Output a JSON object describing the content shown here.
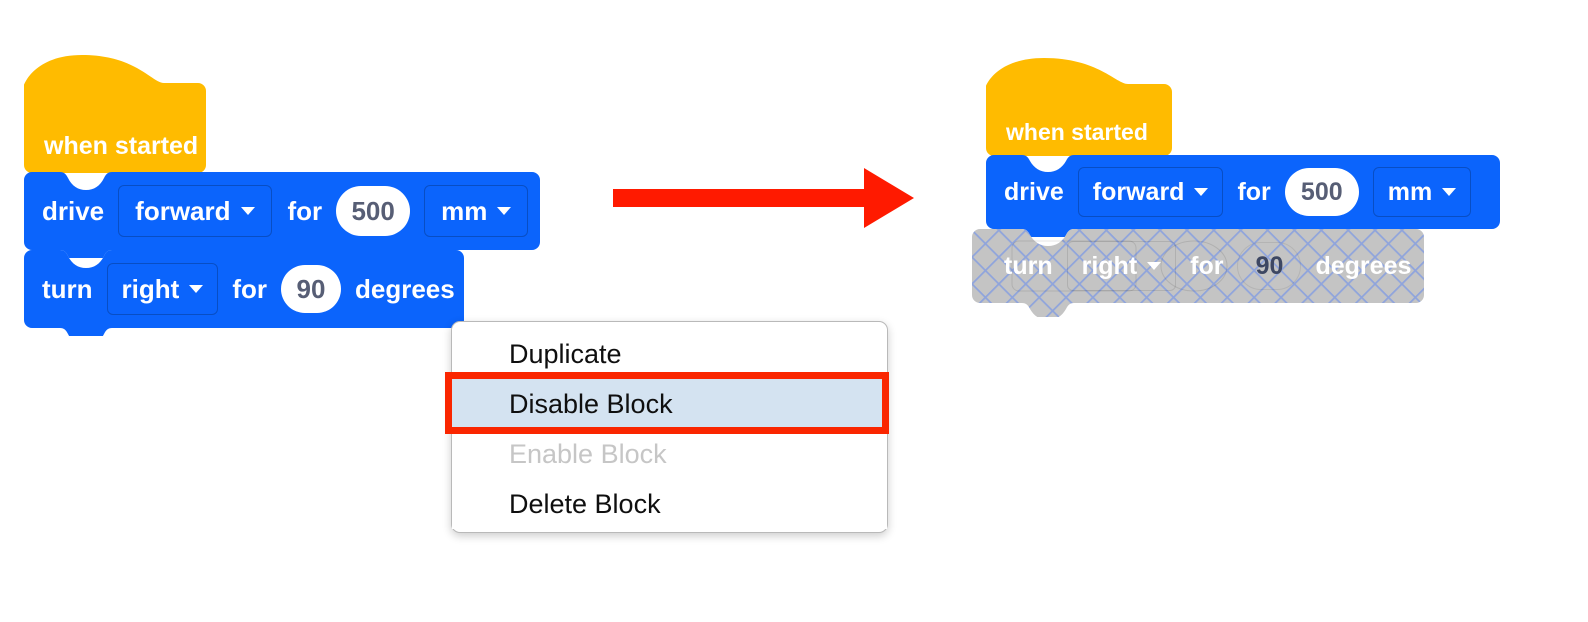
{
  "colors": {
    "hat_orange": "#FFBB00",
    "block_blue": "#0B64FC",
    "disabled_grey": "#C4C4C4",
    "hatch_line": "#8FA4DC",
    "arrow_red": "#FF1A00",
    "highlight_red": "#FA2600",
    "highlight_fill": "#D4E3F1",
    "field_text": "#575E75",
    "menu_disabled_text": "#C6C6C6"
  },
  "left_stack": {
    "name": "enabled-program-stack",
    "hat": {
      "label": "when started"
    },
    "blocks": [
      {
        "name": "drive-block",
        "state": "enabled",
        "words": {
          "verb": "drive",
          "connector": "for"
        },
        "direction": {
          "value": "forward",
          "icon": "chevron-down-icon"
        },
        "distance": "500",
        "unit": {
          "value": "mm",
          "icon": "chevron-down-icon"
        }
      },
      {
        "name": "turn-block",
        "state": "enabled",
        "words": {
          "verb": "turn",
          "connector": "for",
          "unit_label": "degrees"
        },
        "direction": {
          "value": "right",
          "icon": "chevron-down-icon"
        },
        "amount": "90"
      }
    ]
  },
  "arrow": {
    "name": "transition-arrow",
    "direction": "right",
    "color": "#FF1A00"
  },
  "context_menu": {
    "name": "block-context-menu",
    "items": [
      {
        "label": "Duplicate",
        "state": "normal"
      },
      {
        "label": "Disable Block",
        "state": "highlighted"
      },
      {
        "label": "Enable Block",
        "state": "disabled"
      },
      {
        "label": "Delete Block",
        "state": "normal"
      }
    ]
  },
  "right_stack": {
    "name": "result-program-stack",
    "hat": {
      "label": "when started"
    },
    "blocks": [
      {
        "name": "drive-block",
        "state": "enabled",
        "words": {
          "verb": "drive",
          "connector": "for"
        },
        "direction": {
          "value": "forward",
          "icon": "chevron-down-icon"
        },
        "distance": "500",
        "unit": {
          "value": "mm",
          "icon": "chevron-down-icon"
        }
      },
      {
        "name": "turn-block",
        "state": "disabled",
        "words": {
          "verb": "turn",
          "connector": "for",
          "unit_label": "degrees"
        },
        "direction": {
          "value": "right",
          "icon": "chevron-down-icon"
        },
        "amount": "90"
      }
    ]
  }
}
